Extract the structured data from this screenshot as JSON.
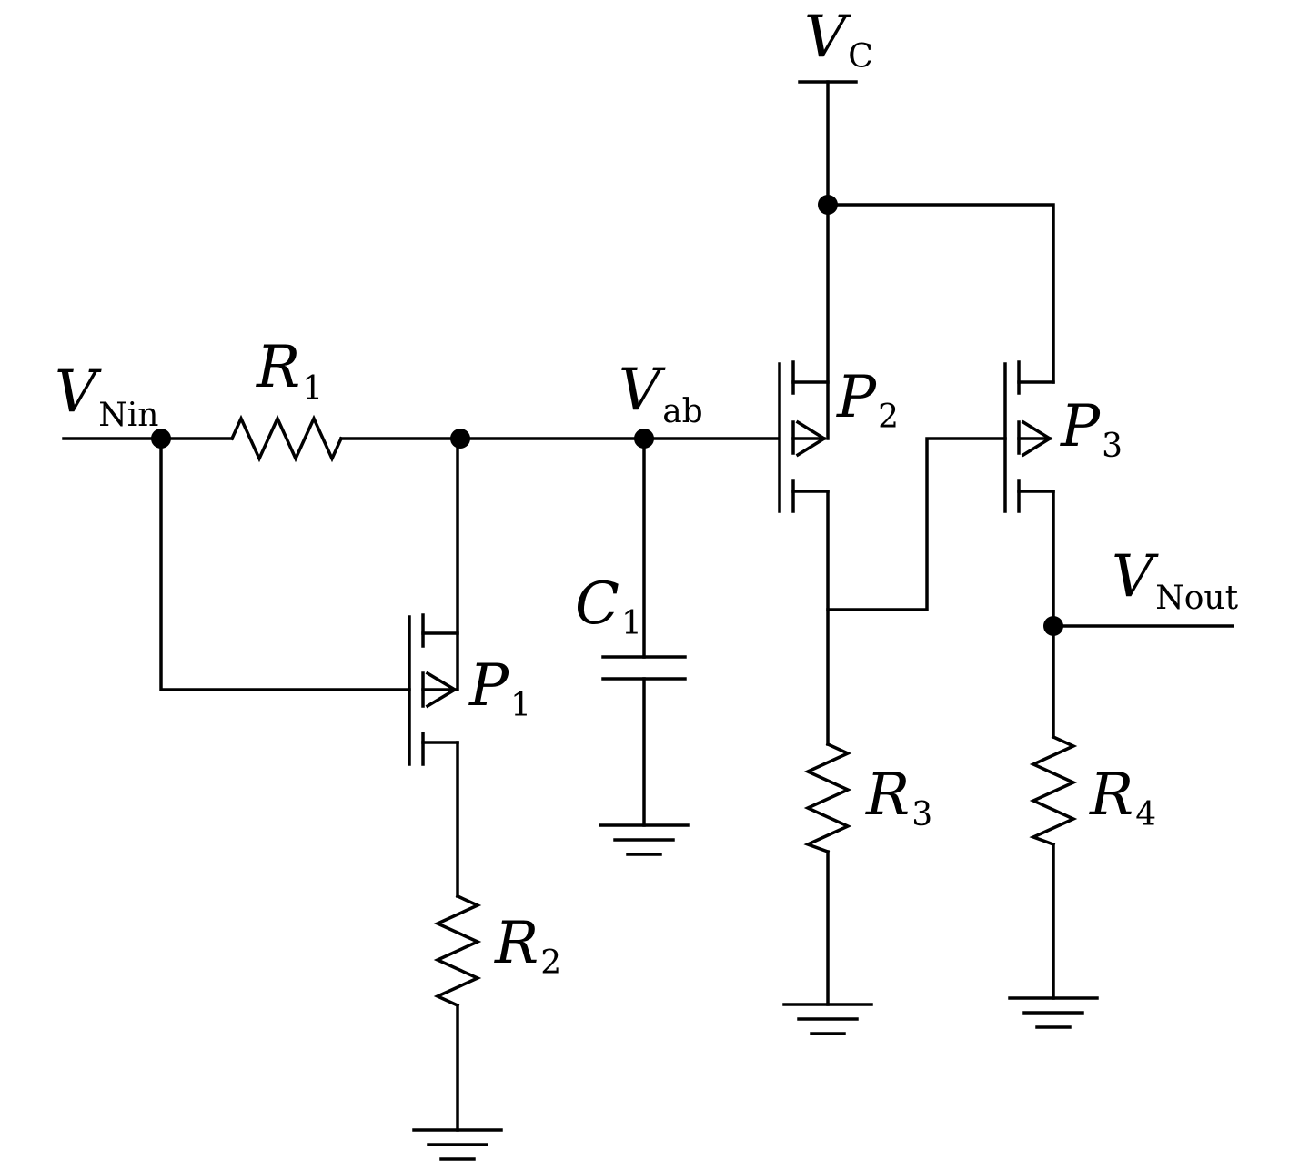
{
  "labels": {
    "vnin": {
      "main": "V",
      "sub": "Nin"
    },
    "vab": {
      "main": "V",
      "sub": "ab"
    },
    "vc": {
      "main": "V",
      "sub": "C"
    },
    "vnout": {
      "main": "V",
      "sub": "Nout"
    },
    "r1": {
      "main": "R",
      "sub": "1"
    },
    "r2": {
      "main": "R",
      "sub": "2"
    },
    "r3": {
      "main": "R",
      "sub": "3"
    },
    "r4": {
      "main": "R",
      "sub": "4"
    },
    "c1": {
      "main": "C",
      "sub": "1"
    },
    "p1": {
      "main": "P",
      "sub": "1"
    },
    "p2": {
      "main": "P",
      "sub": "2"
    },
    "p3": {
      "main": "P",
      "sub": "3"
    }
  }
}
